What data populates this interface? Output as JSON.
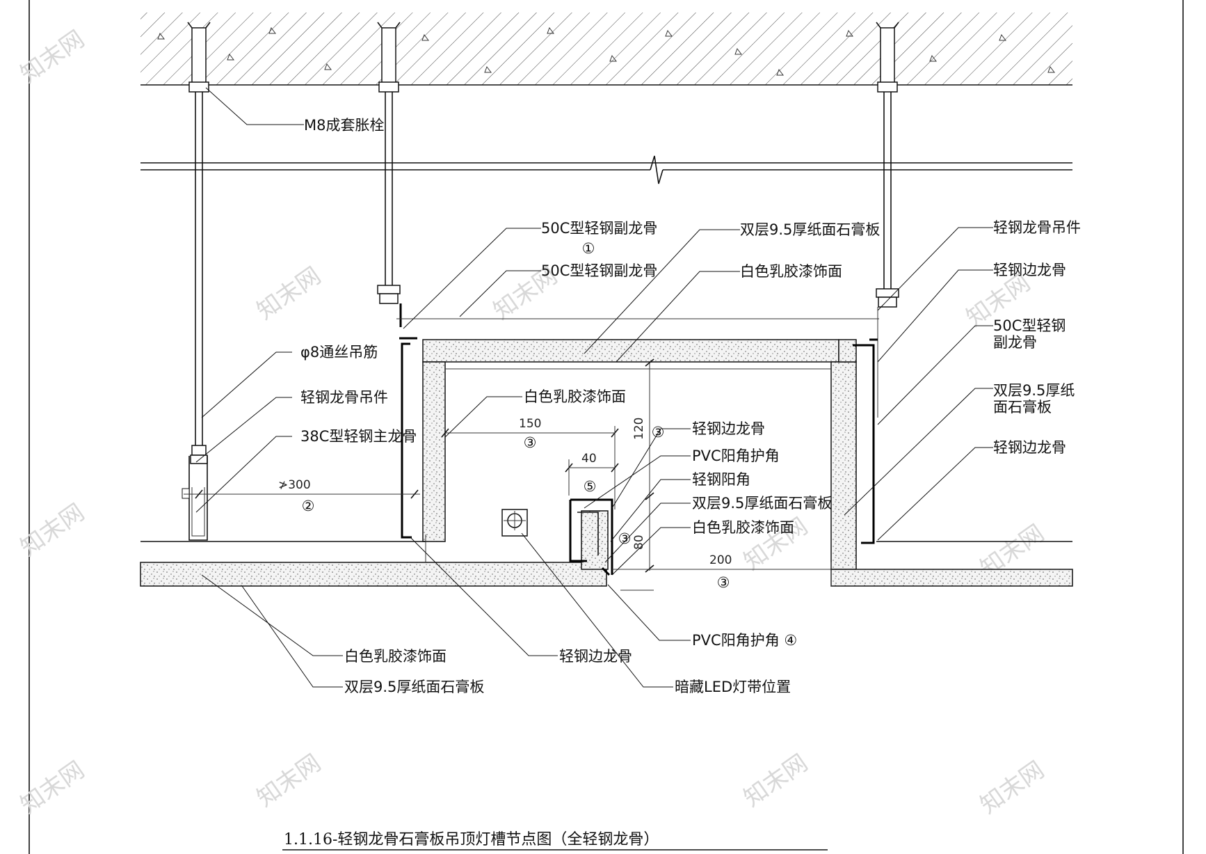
{
  "labels": {
    "m8_bolt": "M8成套胀栓",
    "c50_sub_keel_1": "50C型轻钢副龙骨",
    "double_board_top": "双层9.5厚纸面石膏板",
    "hanger_right_top": "轻钢龙骨吊件",
    "c50_sub_keel_2": "50C型轻钢副龙骨",
    "white_paint_top": "白色乳胶漆饰面",
    "edge_keel_right_1": "轻钢边龙骨",
    "c50_sub_keel_right_1": "50C型轻钢",
    "c50_sub_keel_right_2": "副龙骨",
    "rod_phi8": "φ8通丝吊筋",
    "hanger_left": "轻钢龙骨吊件",
    "double_board_right_1": "双层9.5厚纸",
    "double_board_right_2": "面石膏板",
    "white_paint_inner": "白色乳胶漆饰面",
    "c38_main_keel": "38C型轻钢主龙骨",
    "edge_keel_mid": "轻钢边龙骨",
    "edge_keel_right_2": "轻钢边龙骨",
    "pvc_corner": "PVC阳角护角",
    "steel_corner": "轻钢阳角",
    "double_board_mid": "双层9.5厚纸面石膏板",
    "white_paint_mid": "白色乳胶漆饰面",
    "pvc_corner_4": "PVC阳角护角 ④",
    "white_paint_bottom": "白色乳胶漆饰面",
    "edge_keel_bottom": "轻钢边龙骨",
    "double_board_bottom": "双层9.5厚纸面石膏板",
    "led_position": "暗藏LED灯带位置"
  },
  "dimensions": {
    "d150": "150",
    "d40": "40",
    "d120": "120",
    "d80": "80",
    "d200": "200",
    "d300": "≯300"
  },
  "markers": {
    "m1": "①",
    "m2": "②",
    "m3": "③",
    "m5": "⑤"
  },
  "watermark": "知末网",
  "title": "1.1.16-轻钢龙骨石膏板吊顶灯槽节点图（全轻钢龙骨）"
}
